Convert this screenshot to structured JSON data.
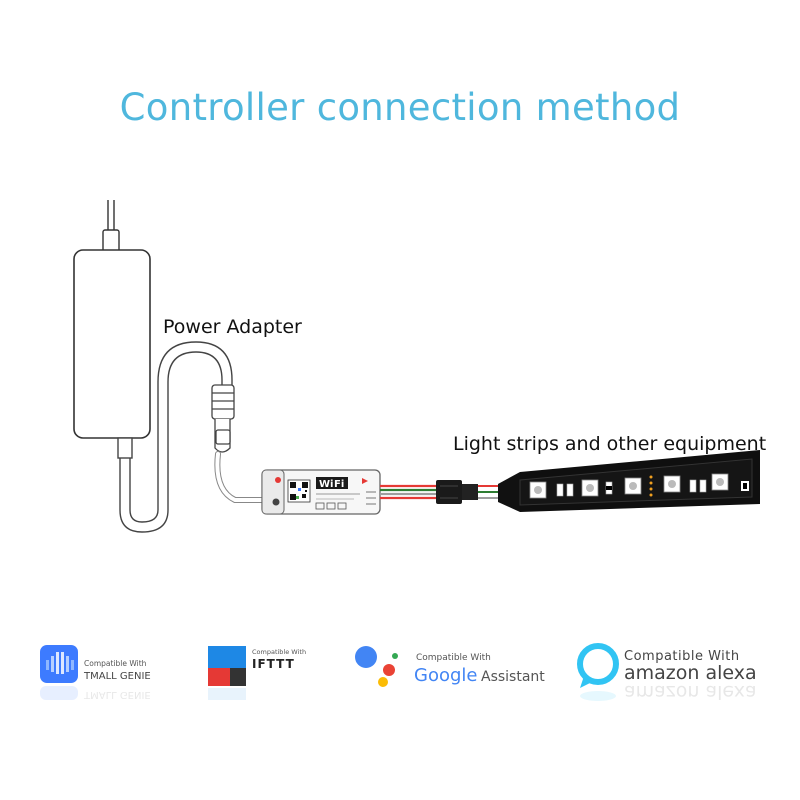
{
  "title": "Controller connection method",
  "labels": {
    "power_adapter": "Power Adapter",
    "light_strips": "Light strips and other equipment"
  },
  "controller": {
    "wifi_text": "Wi",
    "wifi_text2": "Fi"
  },
  "badges": {
    "tmall": {
      "line1": "Compatible With",
      "line2": "TMALL GENIE"
    },
    "ifttt": {
      "line1": "Compatible With",
      "line2": "IFTTT"
    },
    "google": {
      "line1": "Compatible With",
      "line2a": "Google",
      "line2b": "Assistant"
    },
    "alexa": {
      "line1": "Compatible With",
      "line2": "amazon alexa"
    }
  },
  "colors": {
    "title": "#4fb7dd",
    "tmall": "#3d7bff",
    "ifttt_blue": "#1e88e5",
    "ifttt_red": "#e53935",
    "alexa": "#31c4f3"
  }
}
